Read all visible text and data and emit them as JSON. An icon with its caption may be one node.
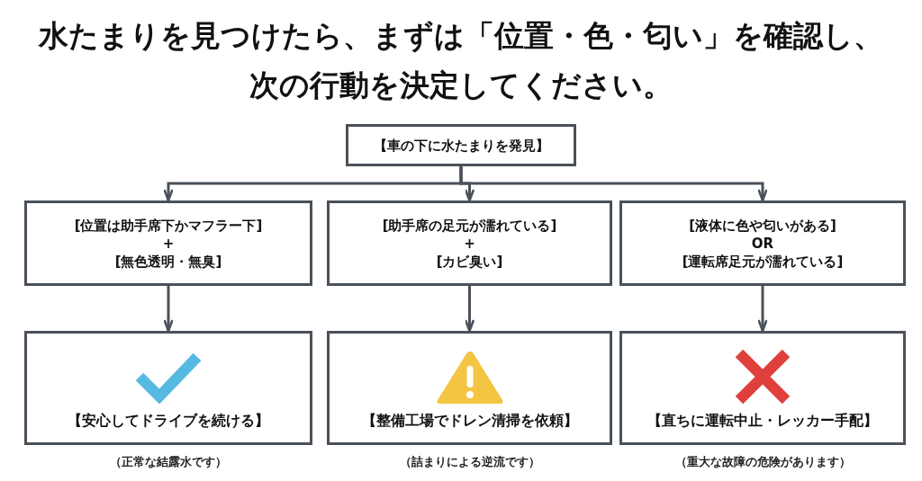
{
  "diagram": {
    "title": "水たまりを見つけたら、まずは「位置・色・匂い」を確認し、次の行動を決定してください。",
    "nodes": [
      {
        "text": [
          "【車の下に水たまりを発見】"
        ]
      },
      {
        "text": [
          "[位置は助手席下かマフラー下]",
          "+",
          "[無色透明・無臭]"
        ]
      },
      {
        "text": [
          "[助手席の足元が濡れている]",
          "+",
          "[カビ臭い]"
        ]
      },
      {
        "text": [
          "[液体に色や匂いがある]",
          "OR",
          "[運転席足元が濡れている]"
        ]
      },
      {
        "text": [
          "【安心してドライブを続ける】"
        ],
        "beside": [
          "（正常な結露水です）"
        ]
      },
      {
        "text": [
          "【整備工場でドレン清掃を依頼】"
        ],
        "beside": [
          "（詰まりによる逆流です）"
        ]
      },
      {
        "text": [
          "【直ちに運転中止・レッカー手配】"
        ],
        "beside": [
          "（重大な故障の危険があります）"
        ]
      }
    ],
    "edges": [
      {
        "from": 0,
        "to": 1,
        "arrow": "to"
      },
      {
        "from": 0,
        "to": 2,
        "arrow": "to"
      },
      {
        "from": 0,
        "to": 3,
        "arrow": "to"
      },
      {
        "from": 1,
        "to": 4,
        "arrow": "to"
      },
      {
        "from": 2,
        "to": 5,
        "arrow": "to"
      },
      {
        "from": 3,
        "to": 6,
        "arrow": "to"
      }
    ]
  }
}
